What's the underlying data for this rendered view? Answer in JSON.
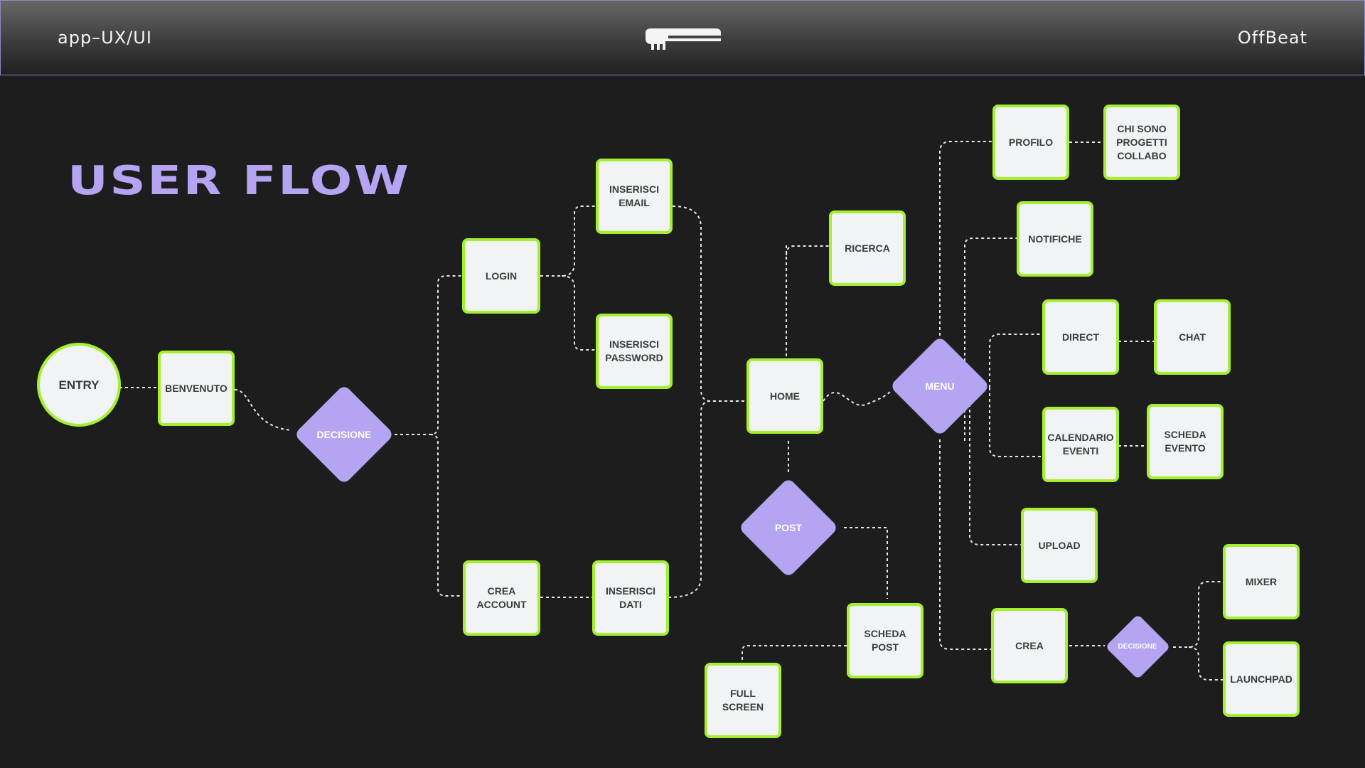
{
  "header": {
    "left_label": "app–UX/UI",
    "right_label": "OffBeat",
    "logo_icon": "offbeat-logo-icon"
  },
  "title": "USER FLOW",
  "colors": {
    "background": "#1c1d1c",
    "node_fill": "#f1f3f4",
    "node_border": "#a5f02e",
    "decision_fill": "#b4a4f2",
    "title": "#b4a4f2",
    "connector": "#e8e8e8"
  },
  "nodes": {
    "entry": "ENTRY",
    "benvenuto": "BENVENUTO",
    "login": "LOGIN",
    "inserisci_email": "INSERISCI\nEMAIL",
    "inserisci_password": "INSERISCI\nPASSWORD",
    "crea_account": "CREA\nACCOUNT",
    "inserisci_dati": "INSERISCI\nDATI",
    "home": "HOME",
    "ricerca": "RICERCA",
    "scheda_post": "SCHEDA\nPOST",
    "full_screen": "FULL\nSCREEN",
    "profilo": "PROFILO",
    "chi_sono": "CHI SONO\nPROGETTI\nCOLLABO",
    "notifiche": "NOTIFICHE",
    "direct": "DIRECT",
    "chat": "CHAT",
    "calendario_eventi": "CALENDARIO\nEVENTI",
    "scheda_evento": "SCHEDA\nEVENTO",
    "upload": "UPLOAD",
    "crea": "CREA",
    "mixer": "MIXER",
    "launchpad": "LAUNCHPAD"
  },
  "decisions": {
    "decisione_main": "DECISIONE",
    "post": "POST",
    "menu": "MENU",
    "decisione_crea": "DECISIONE"
  }
}
